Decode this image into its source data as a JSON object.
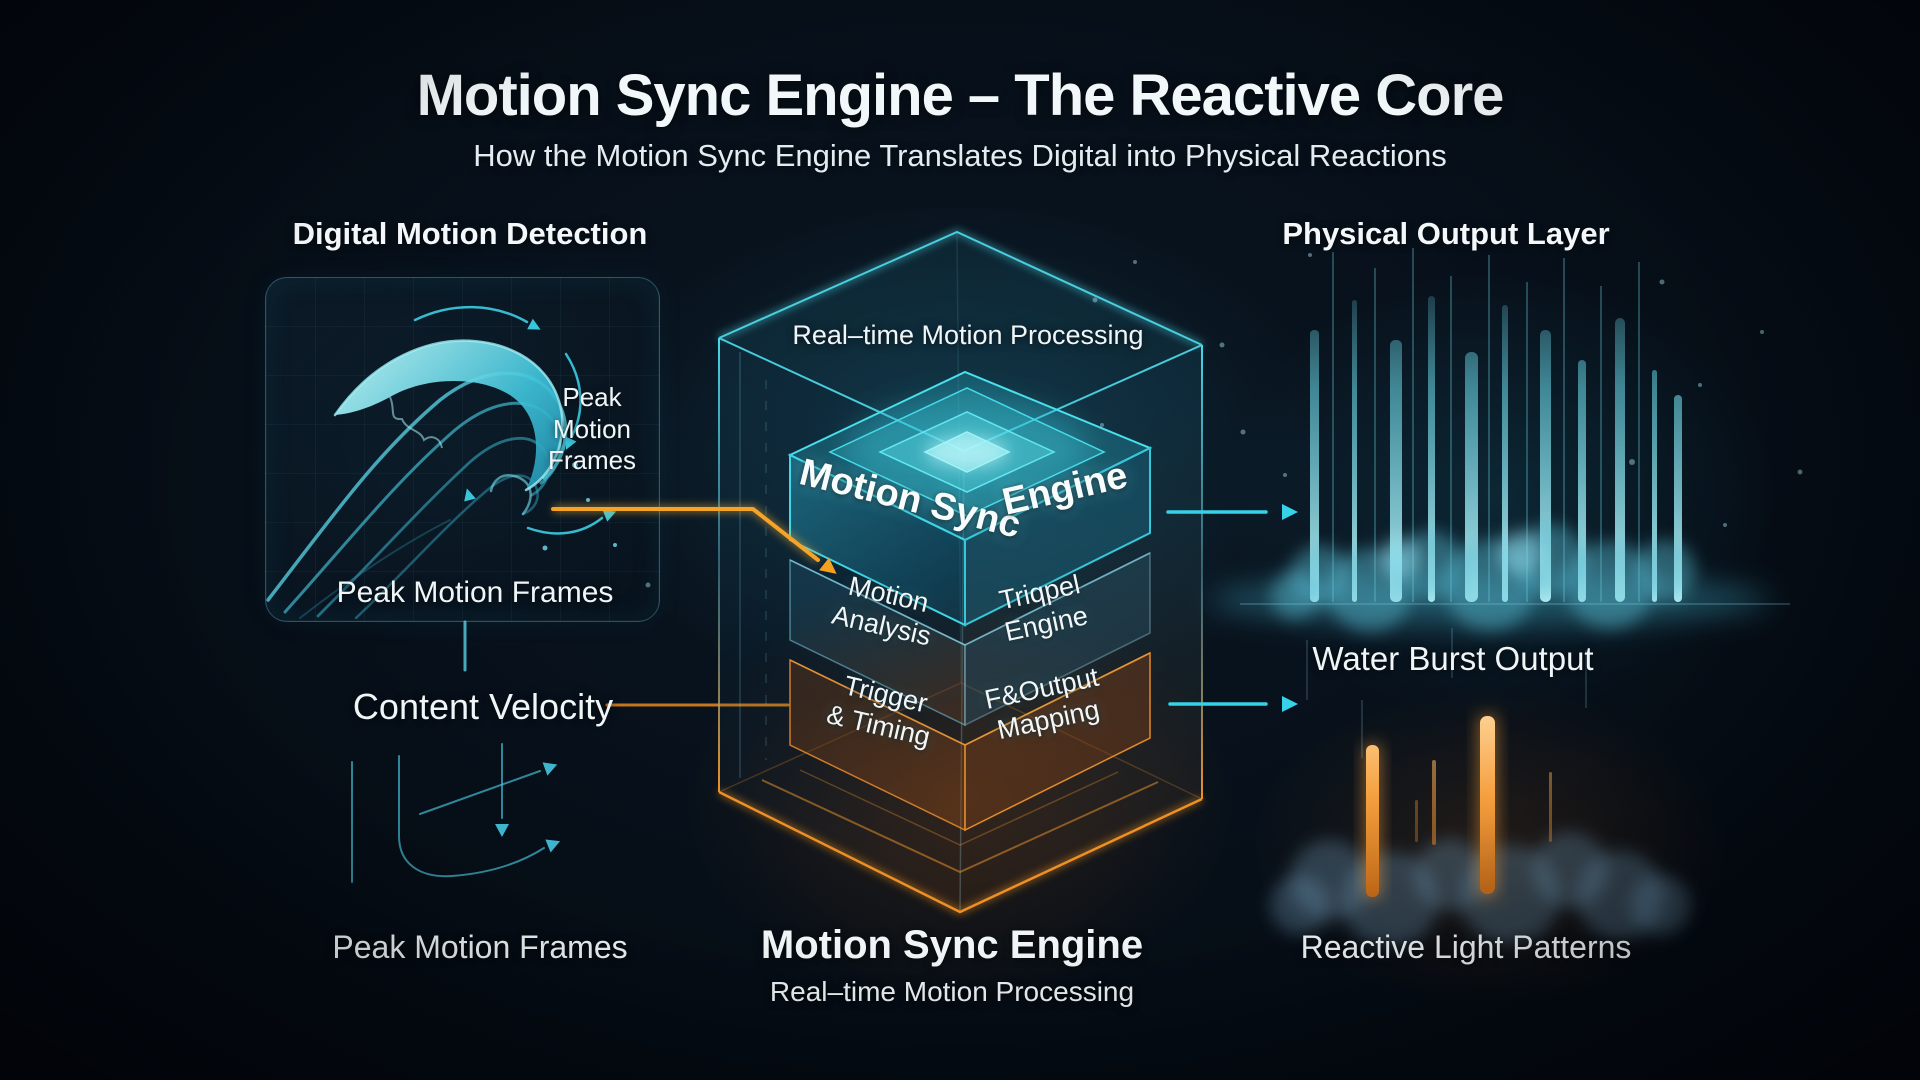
{
  "header": {
    "title": "Motion Sync Engine – The Reactive Core",
    "subtitle": "How the Motion Sync Engine Translates Digital into Physical Reactions"
  },
  "left": {
    "heading": "Digital Motion Detection",
    "wave_caption": "Peak\nMotion\nFrames",
    "panel_caption": "Peak Motion Frames",
    "velocity_label": "Content Velocity",
    "footer_label": "Peak Motion Frames"
  },
  "engine": {
    "top_label": "Real–time Motion Processing",
    "core_label_left": "Motion Sync",
    "core_label_right": "Engine",
    "layer2_left": "Motion\nAnalysis",
    "layer2_right": "Triqpel\nEngine",
    "layer3_left": "Trigger\n& Timing",
    "layer3_right": "F&Output\nMapping",
    "footer_title": "Motion Sync Engine",
    "footer_subtitle": "Real–time Motion Processing"
  },
  "right": {
    "heading": "Physical Output Layer",
    "water_label": "Water Burst Output",
    "light_label": "Reactive Light Patterns"
  },
  "colors": {
    "background": "#07101a",
    "accent_cyan": "#2fd0e8",
    "accent_orange": "#f5921e",
    "text_primary": "#f2f7f9"
  }
}
